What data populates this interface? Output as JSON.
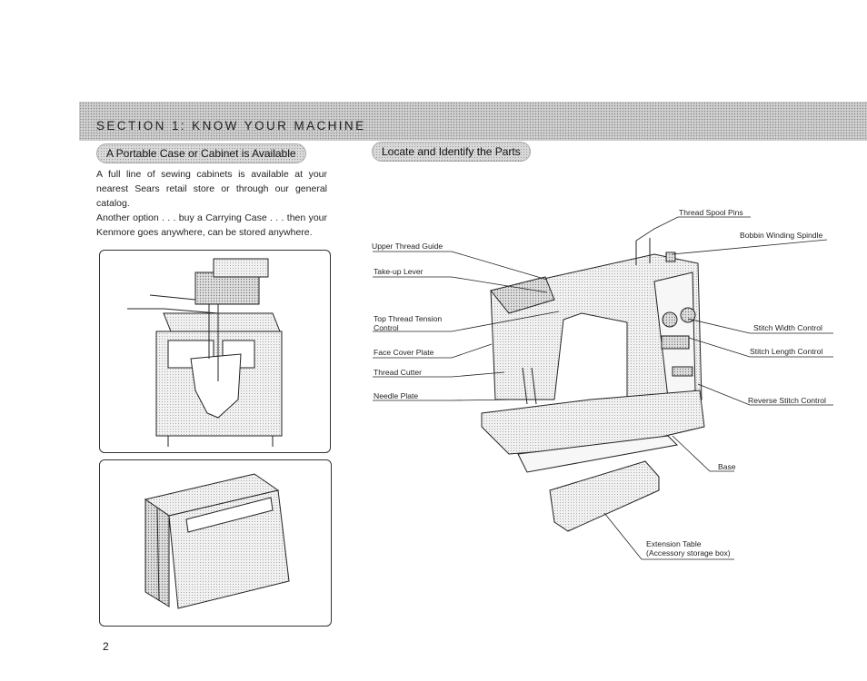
{
  "header": {
    "section_title": "SECTION 1:   KNOW YOUR MACHINE"
  },
  "left": {
    "heading": "A Portable Case or Cabinet is Available",
    "paragraph1": "A full line of sewing cabinets is available at your nearest Sears retail store or through our general catalog.",
    "paragraph2": "Another option . . . buy a Carrying Case . . . then your Kenmore goes anywhere, can be stored anywhere."
  },
  "right": {
    "heading": "Locate and Identify the Parts",
    "labels": {
      "thread_spool_pins": "Thread Spool Pins",
      "bobbin_winding_spindle": "Bobbin Winding Spindle",
      "upper_thread_guide": "Upper Thread Guide",
      "take_up_lever": "Take-up Lever",
      "top_thread_tension_1": "Top Thread Tension",
      "top_thread_tension_2": "Control",
      "face_cover_plate": "Face Cover Plate",
      "thread_cutter": "Thread Cutter",
      "needle_plate": "Needle Plate",
      "stitch_width_control": "Stitch Width Control",
      "stitch_length_control": "Stitch Length Control",
      "reverse_stitch_control": "Reverse Stitch Control",
      "base": "Base",
      "extension_table_1": "Extension Table",
      "extension_table_2": "(Accessory storage box)"
    }
  },
  "footer": {
    "page_number": "2"
  }
}
